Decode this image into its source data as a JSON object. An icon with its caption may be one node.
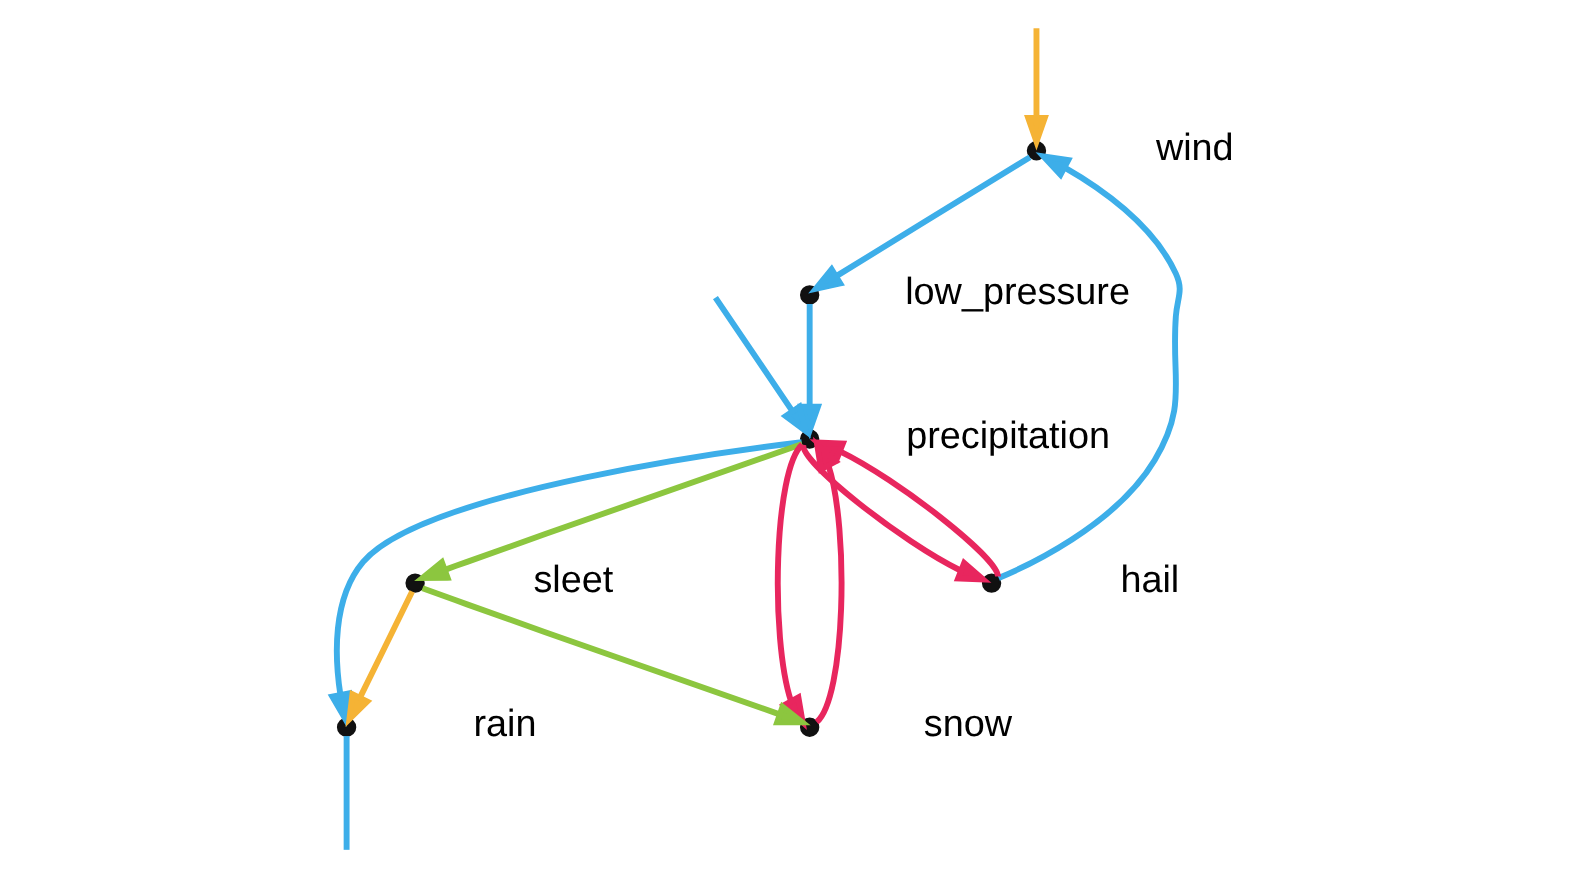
{
  "diagram": {
    "nodes": [
      {
        "text": [],
        "shape": "circle",
        "beside": [
          "wind"
        ]
      },
      {
        "text": [],
        "shape": "circle",
        "beside": [
          "rain"
        ]
      },
      {
        "text": [],
        "shape": "circle",
        "beside": [
          "hail"
        ]
      },
      {
        "text": [],
        "shape": "circle",
        "beside": [
          "precipitation"
        ]
      },
      {
        "text": [],
        "shape": "circle",
        "beside": [
          "sleet"
        ]
      },
      {
        "text": [],
        "shape": "circle",
        "beside": [
          "low_pressure"
        ]
      },
      {
        "text": [],
        "shape": "circle",
        "beside": [
          "snow"
        ]
      }
    ],
    "edges": [
      {
        "from": null,
        "to": 0,
        "arrow": "to",
        "color": "#f5b335"
      },
      {
        "from": 0,
        "to": 5,
        "arrow": "to"
      },
      {
        "from": 2,
        "to": 0,
        "arrow": "to"
      },
      {
        "from": null,
        "to": 3,
        "arrow": "to"
      },
      {
        "from": 3,
        "to": 1,
        "arrow": "to"
      },
      {
        "from": 1,
        "to": null,
        "arrow": "none"
      },
      {
        "from": 4,
        "to": 1,
        "arrow": "to",
        "color": "#f5b335"
      },
      {
        "from": 3,
        "to": 2,
        "arrow": "to",
        "color": "#e8265e"
      },
      {
        "from": 2,
        "to": 3,
        "arrow": "to",
        "color": "#e8265e"
      },
      {
        "from": 5,
        "to": 3,
        "arrow": "to"
      },
      {
        "from": 3,
        "to": 4,
        "arrow": "to",
        "color": "#8cc63f"
      },
      {
        "from": 4,
        "to": 6,
        "arrow": "to",
        "color": "#8cc63f"
      },
      {
        "from": 3,
        "to": 6,
        "arrow": "to",
        "color": "#e8265e"
      },
      {
        "from": 6,
        "to": 3,
        "arrow": "to",
        "color": "#e8265e"
      }
    ]
  }
}
